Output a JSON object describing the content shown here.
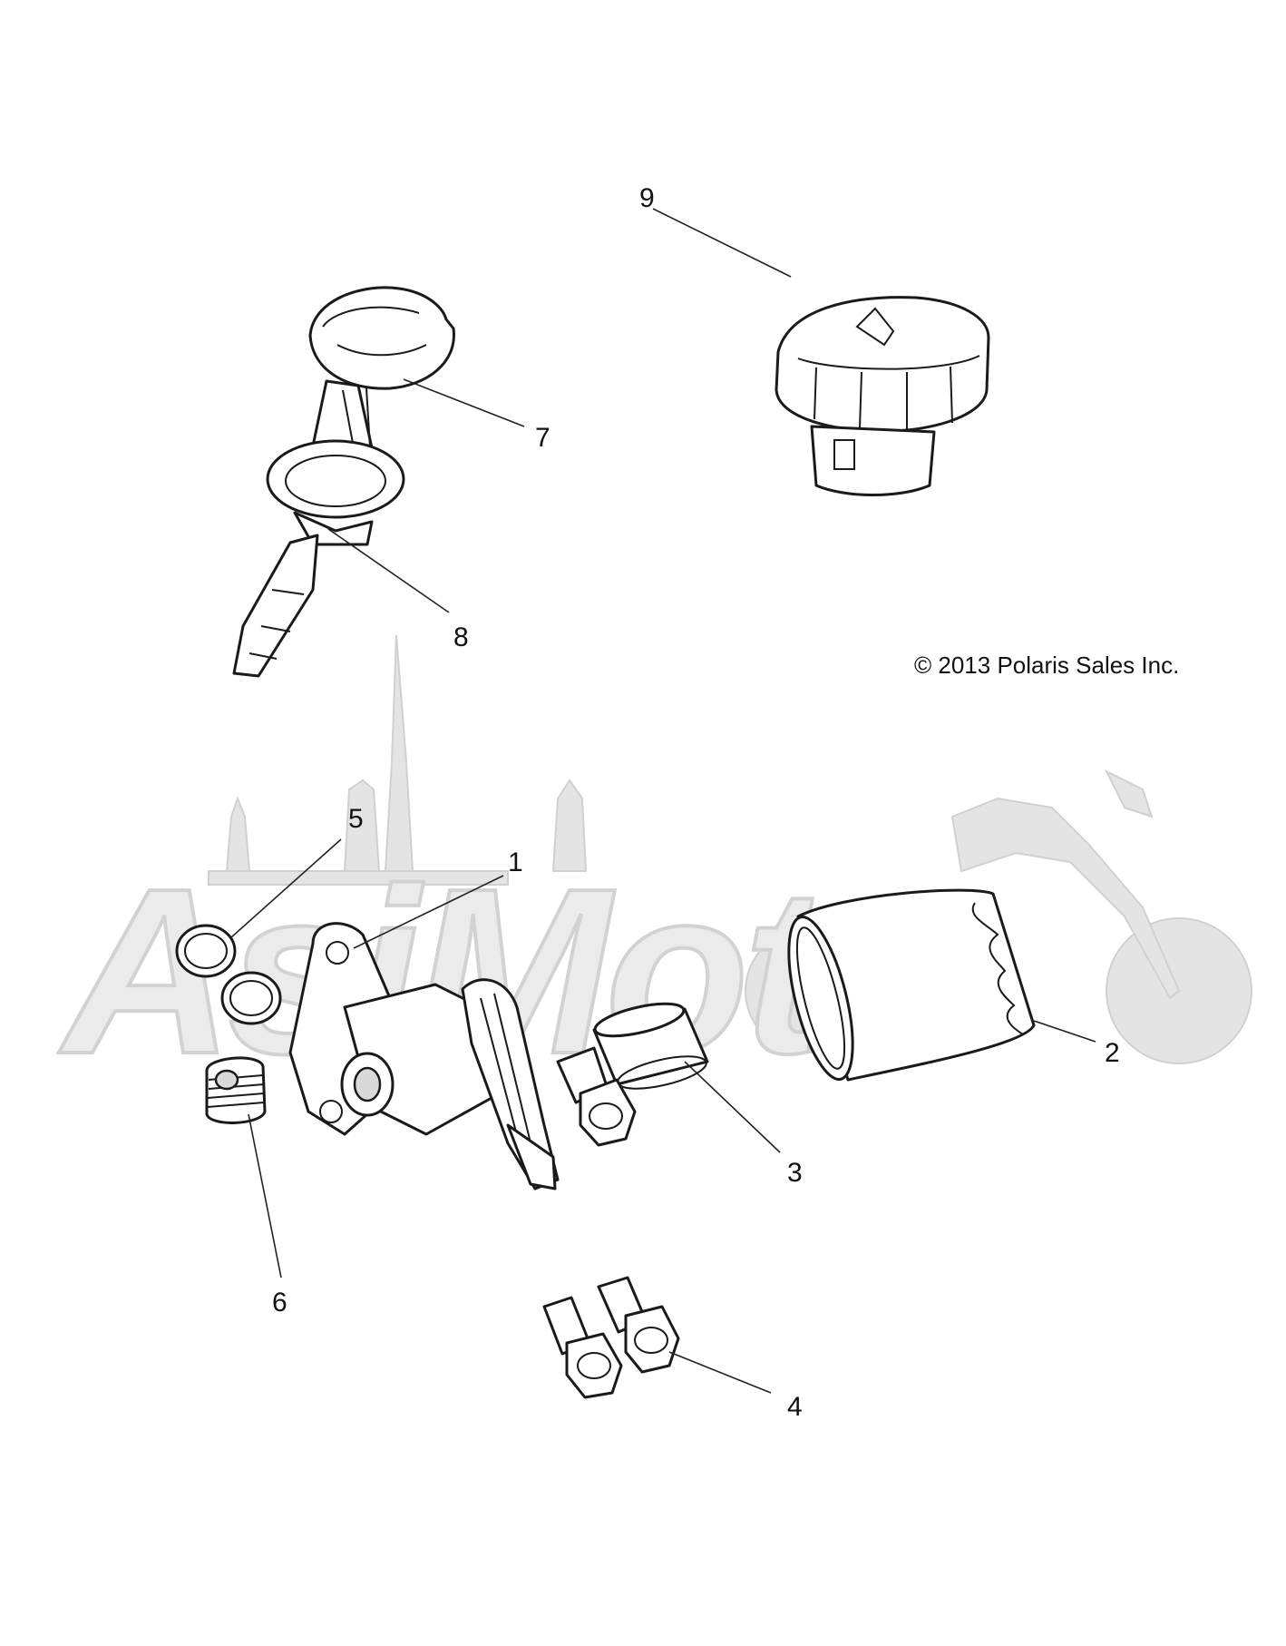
{
  "callouts": [
    {
      "id": "1",
      "label": "1"
    },
    {
      "id": "2",
      "label": "2"
    },
    {
      "id": "3",
      "label": "3"
    },
    {
      "id": "4",
      "label": "4"
    },
    {
      "id": "5",
      "label": "5"
    },
    {
      "id": "6",
      "label": "6"
    },
    {
      "id": "7",
      "label": "7"
    },
    {
      "id": "8",
      "label": "8"
    },
    {
      "id": "9",
      "label": "9"
    }
  ],
  "copyright": "© 2013 Polaris Sales Inc.",
  "watermark": {
    "text": "AsiMoto"
  },
  "colors": {
    "line": "#1a1a1a",
    "watermark": "#e4e4e4",
    "background": "#ffffff"
  }
}
